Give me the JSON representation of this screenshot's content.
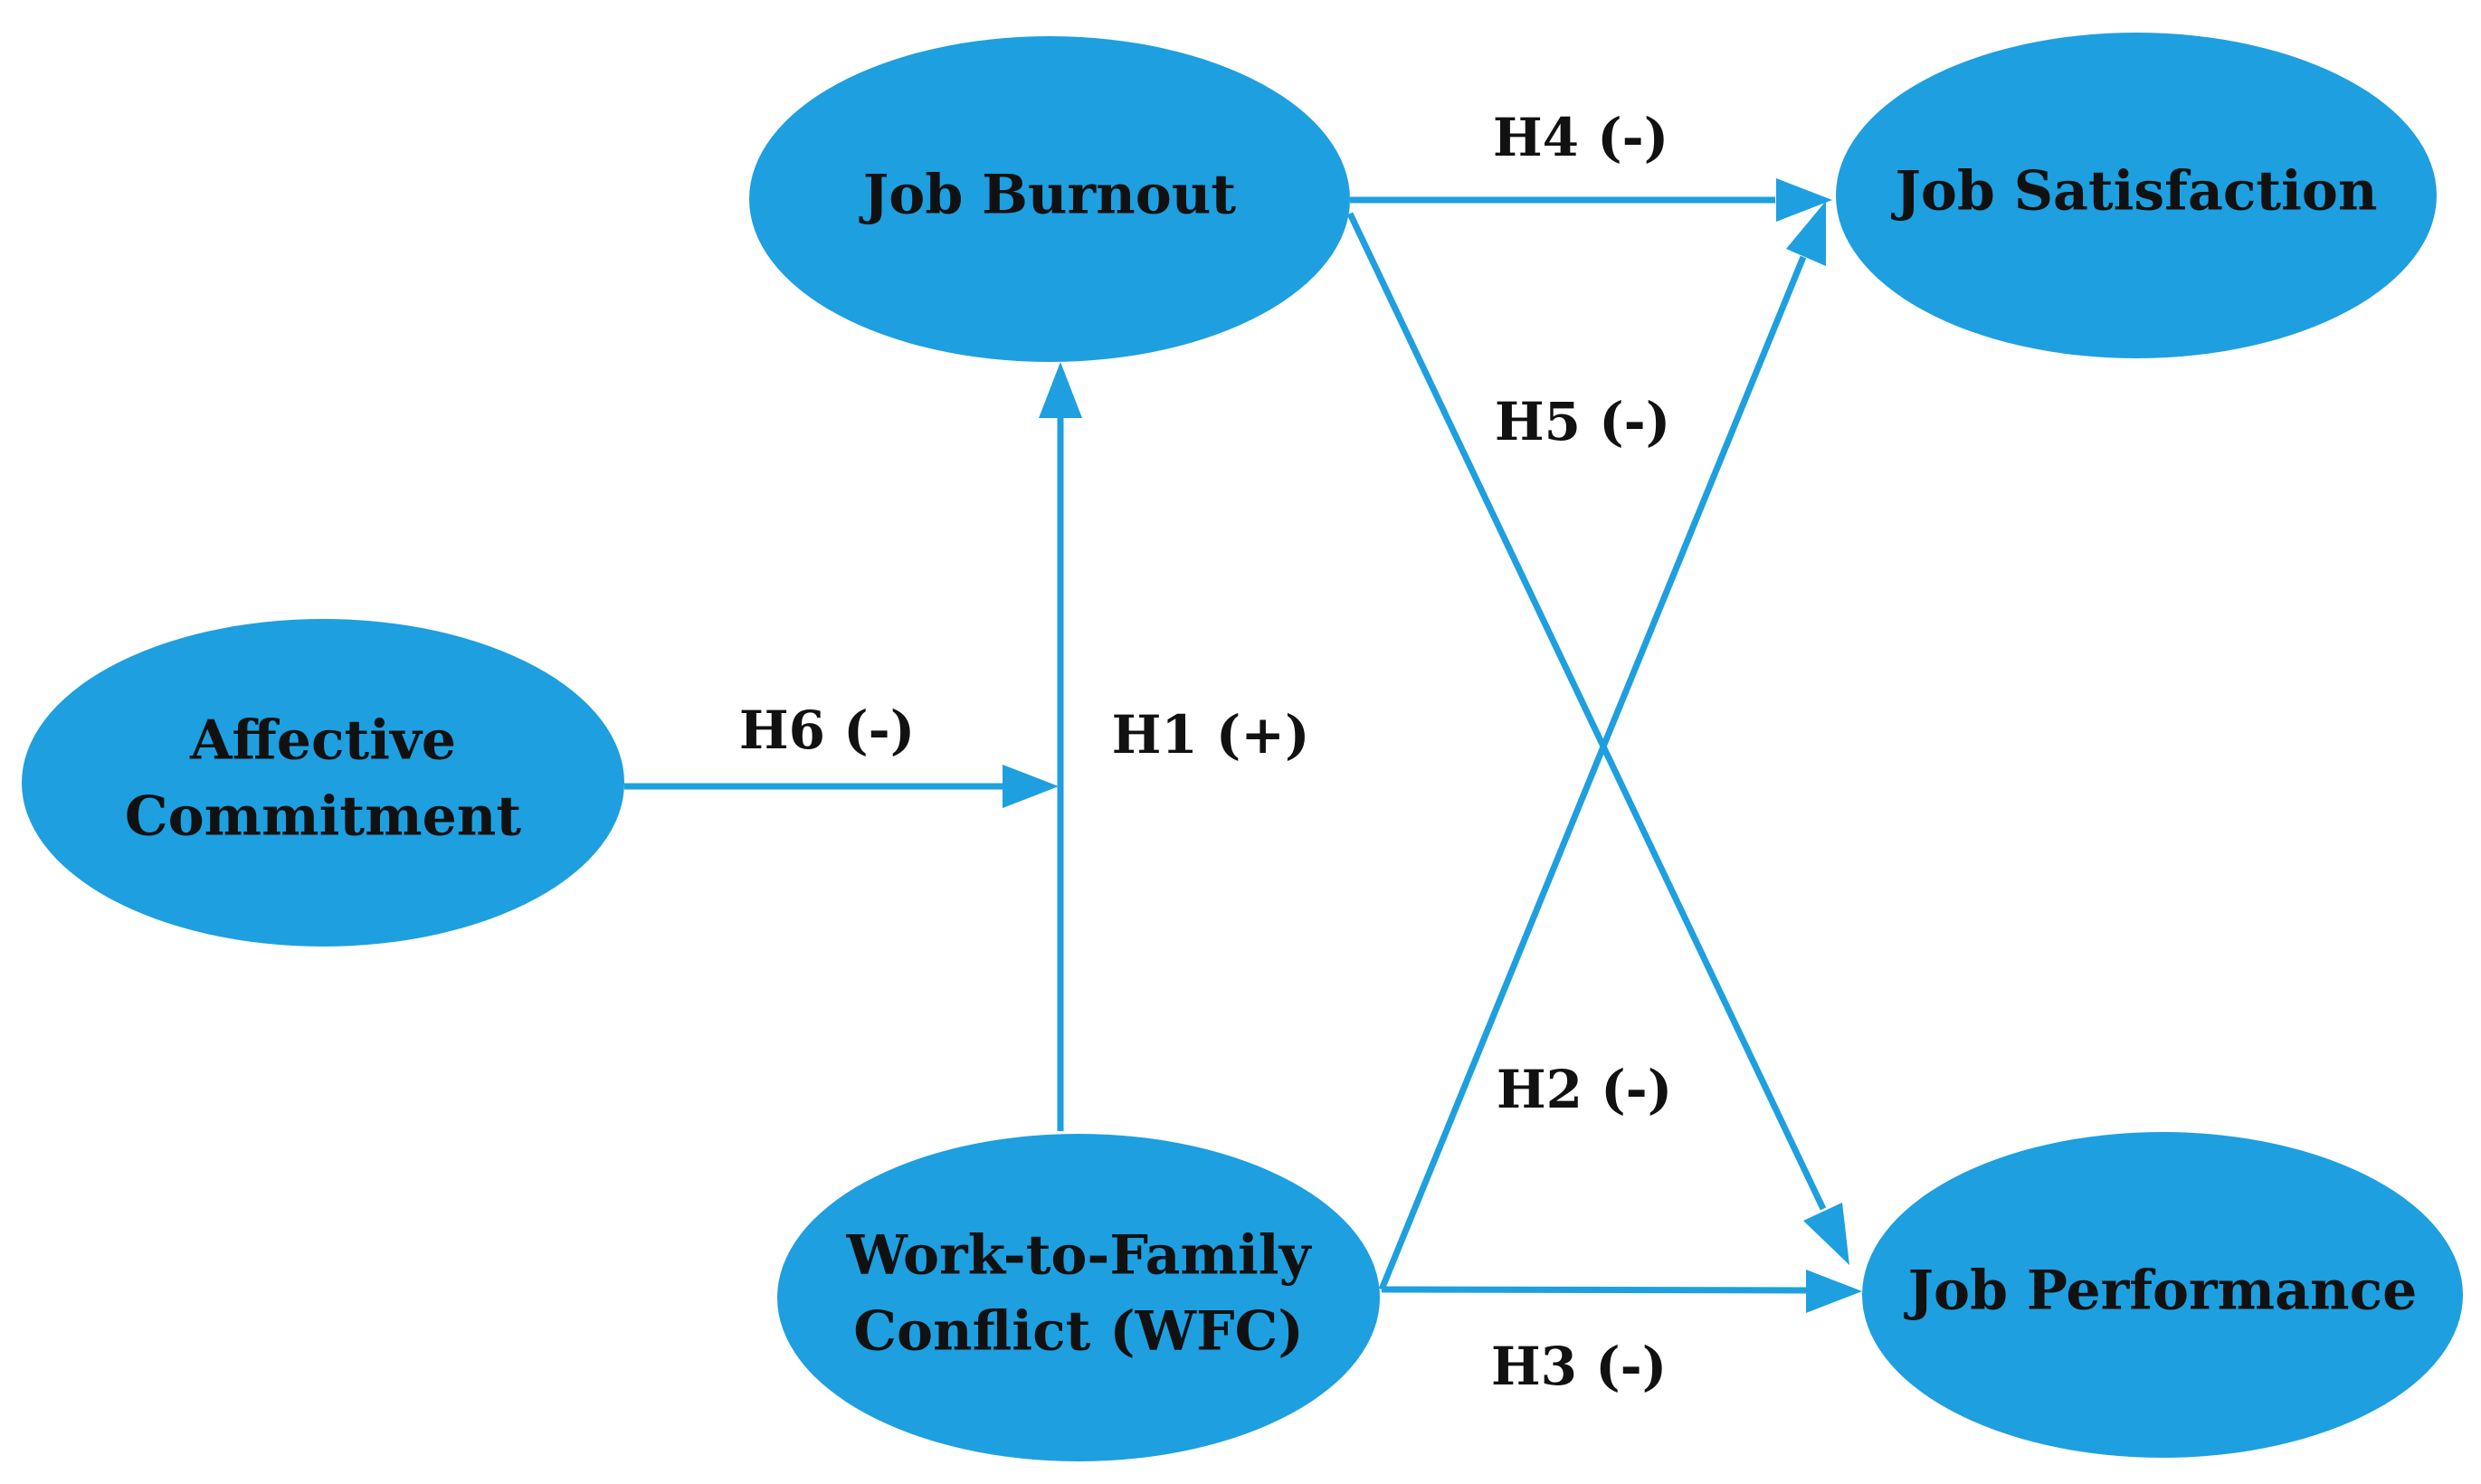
{
  "colors": {
    "node_fill": "#1E9FDF",
    "edge": "#1E9FDF",
    "text": "#111111",
    "background": "#FFFFFF"
  },
  "nodes": {
    "job_burnout": {
      "label": "Job Burnout"
    },
    "job_satisfaction": {
      "label": "Job Satisfaction"
    },
    "affective_commitment": {
      "lines": [
        "Affective",
        "Commitment"
      ]
    },
    "wfc": {
      "lines": [
        "Work-to-Family",
        "Conflict (WFC)"
      ]
    },
    "job_performance": {
      "label": "Job Performance"
    }
  },
  "edges": {
    "h1": {
      "label": "H1 (+)",
      "from": "Work-to-Family Conflict (WFC)",
      "to": "Job Burnout"
    },
    "h2": {
      "label": "H2 (-)",
      "from": "Work-to-Family Conflict (WFC)",
      "to": "Job Satisfaction"
    },
    "h3": {
      "label": "H3 (-)",
      "from": "Work-to-Family Conflict (WFC)",
      "to": "Job Performance"
    },
    "h4": {
      "label": "H4 (-)",
      "from": "Job Burnout",
      "to": "Job Satisfaction"
    },
    "h5": {
      "label": "H5 (-)",
      "from": "Job Burnout",
      "to": "Job Performance"
    },
    "h6": {
      "label": "H6 (-)",
      "from": "Affective Commitment",
      "to": "H1 (+)"
    }
  }
}
